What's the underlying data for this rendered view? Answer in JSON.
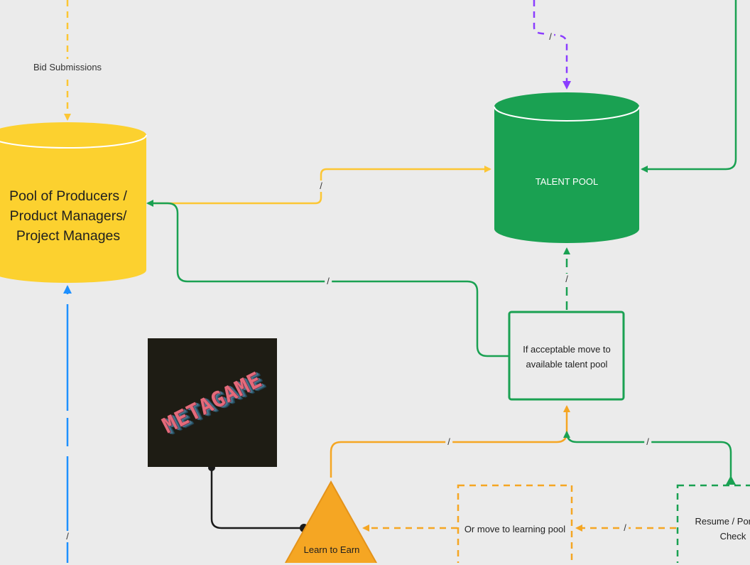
{
  "nodes": {
    "producer_pool": "Pool of Producers / Product Managers/ Project Manages",
    "talent_pool": "TALENT POOL",
    "acceptable_check": "If acceptable move to available talent pool",
    "learning_pool": "Or move to learning pool",
    "resume_check": "Resume / Portfolio Check",
    "learn_to_earn": "Learn to Earn",
    "logo_text": "METAGAME"
  },
  "edge_labels": {
    "bid_submissions": "Bid Submissions",
    "slash": "/"
  },
  "colors": {
    "background": "#ebebeb",
    "yellow": "#fcd12f",
    "green": "#1aa152",
    "orange": "#f5a623",
    "purple": "#8b3dff",
    "blue": "#1e90ff",
    "black": "#1a1a1a"
  }
}
